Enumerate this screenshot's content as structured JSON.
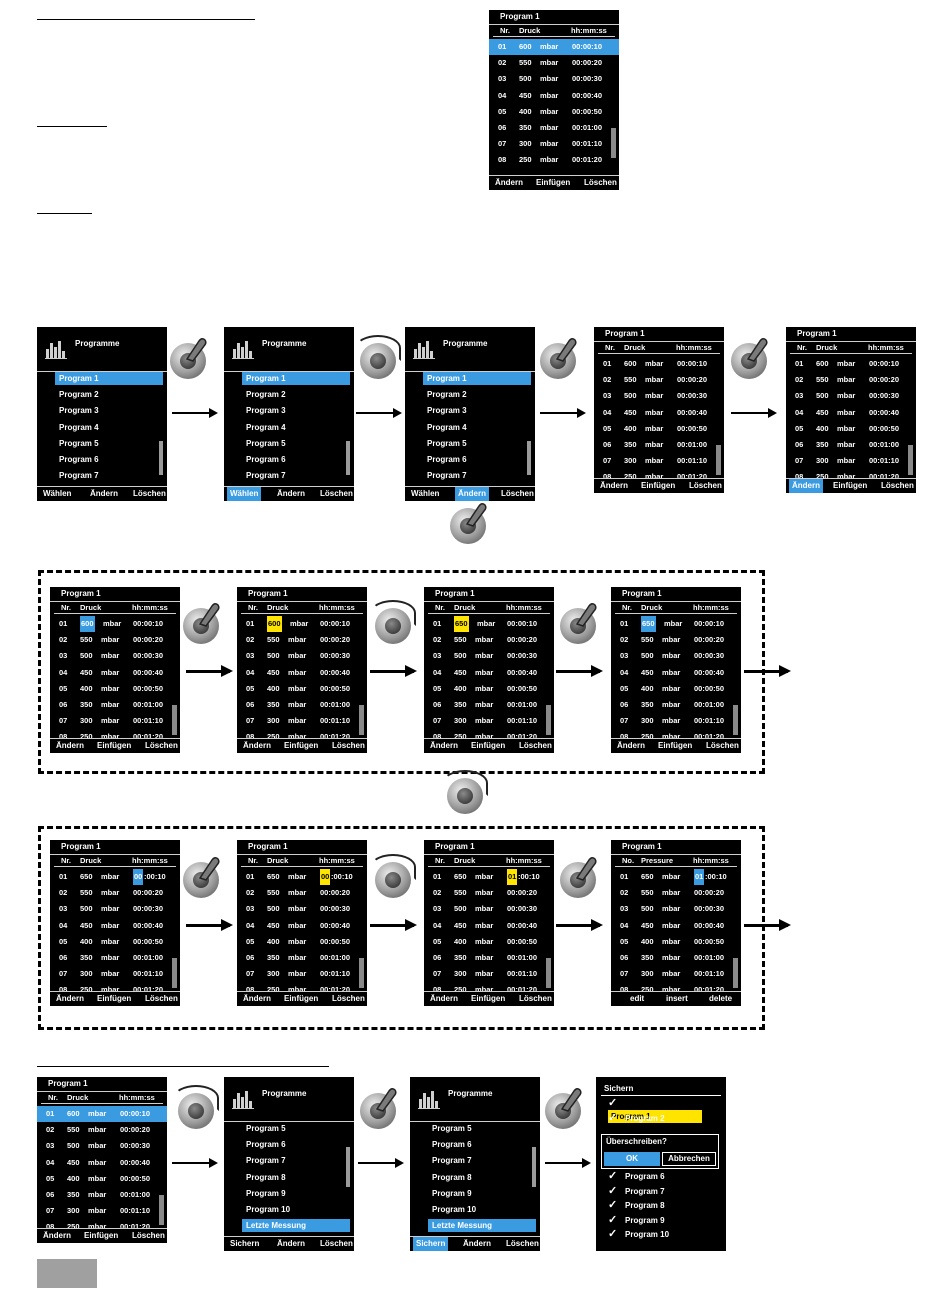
{
  "prog_header": {
    "title": "Program 1",
    "nr": "Nr.",
    "druck": "Druck",
    "time": "hh:mm:ss"
  },
  "prog_header_en": {
    "title": "Program 1",
    "nr": "No.",
    "druck": "Pressure",
    "time": "hh:mm:ss"
  },
  "unit": "mbar",
  "rows": [
    {
      "nr": "01",
      "p": "600",
      "t": "00:00:10"
    },
    {
      "nr": "02",
      "p": "550",
      "t": "00:00:20"
    },
    {
      "nr": "03",
      "p": "500",
      "t": "00:00:30"
    },
    {
      "nr": "04",
      "p": "450",
      "t": "00:00:40"
    },
    {
      "nr": "05",
      "p": "400",
      "t": "00:00:50"
    },
    {
      "nr": "06",
      "p": "350",
      "t": "00:01:00"
    },
    {
      "nr": "07",
      "p": "300",
      "t": "00:01:10"
    },
    {
      "nr": "08",
      "p": "250",
      "t": "00:01:20"
    }
  ],
  "values": {
    "p650": "650",
    "t_rest": ":00:10",
    "t00": "00",
    "t01": "01"
  },
  "footer_de": {
    "a": "Ändern",
    "b": "Einfügen",
    "c": "Löschen"
  },
  "footer_en": {
    "a": "edit",
    "b": "insert",
    "c": "delete"
  },
  "programme": {
    "title": "Programme",
    "items": [
      "Program  1",
      "Program  2",
      "Program  3",
      "Program  4",
      "Program  5",
      "Program  6",
      "Program  7"
    ],
    "footer": {
      "a": "Wählen",
      "b": "Ändern",
      "c": "Löschen"
    }
  },
  "programme2": {
    "title": "Programme",
    "items": [
      "Program  5",
      "Program  6",
      "Program  7",
      "Program  8",
      "Program  9",
      "Program  10",
      "Letzte  Messung"
    ],
    "footer": {
      "a": "Sichern",
      "b": "Ändern",
      "c": "Löschen"
    }
  },
  "save_dialog": {
    "title": "Sichern",
    "items_top": [
      "Program  1",
      "Program  2"
    ],
    "items_bottom": [
      "Program  6",
      "Program  7",
      "Program  8",
      "Program  9",
      "Program  10"
    ],
    "question": "Überschreiben?",
    "ok": "OK",
    "cancel": "Abbrechen",
    "check": "✓"
  },
  "icons": {
    "knob_press": "knob-press-icon",
    "knob_rotate": "knob-rotate-icon",
    "arrow": "arrow-right-icon"
  },
  "colors": {
    "selection": "#3a9be0",
    "edit_highlight": "#ffe400"
  }
}
